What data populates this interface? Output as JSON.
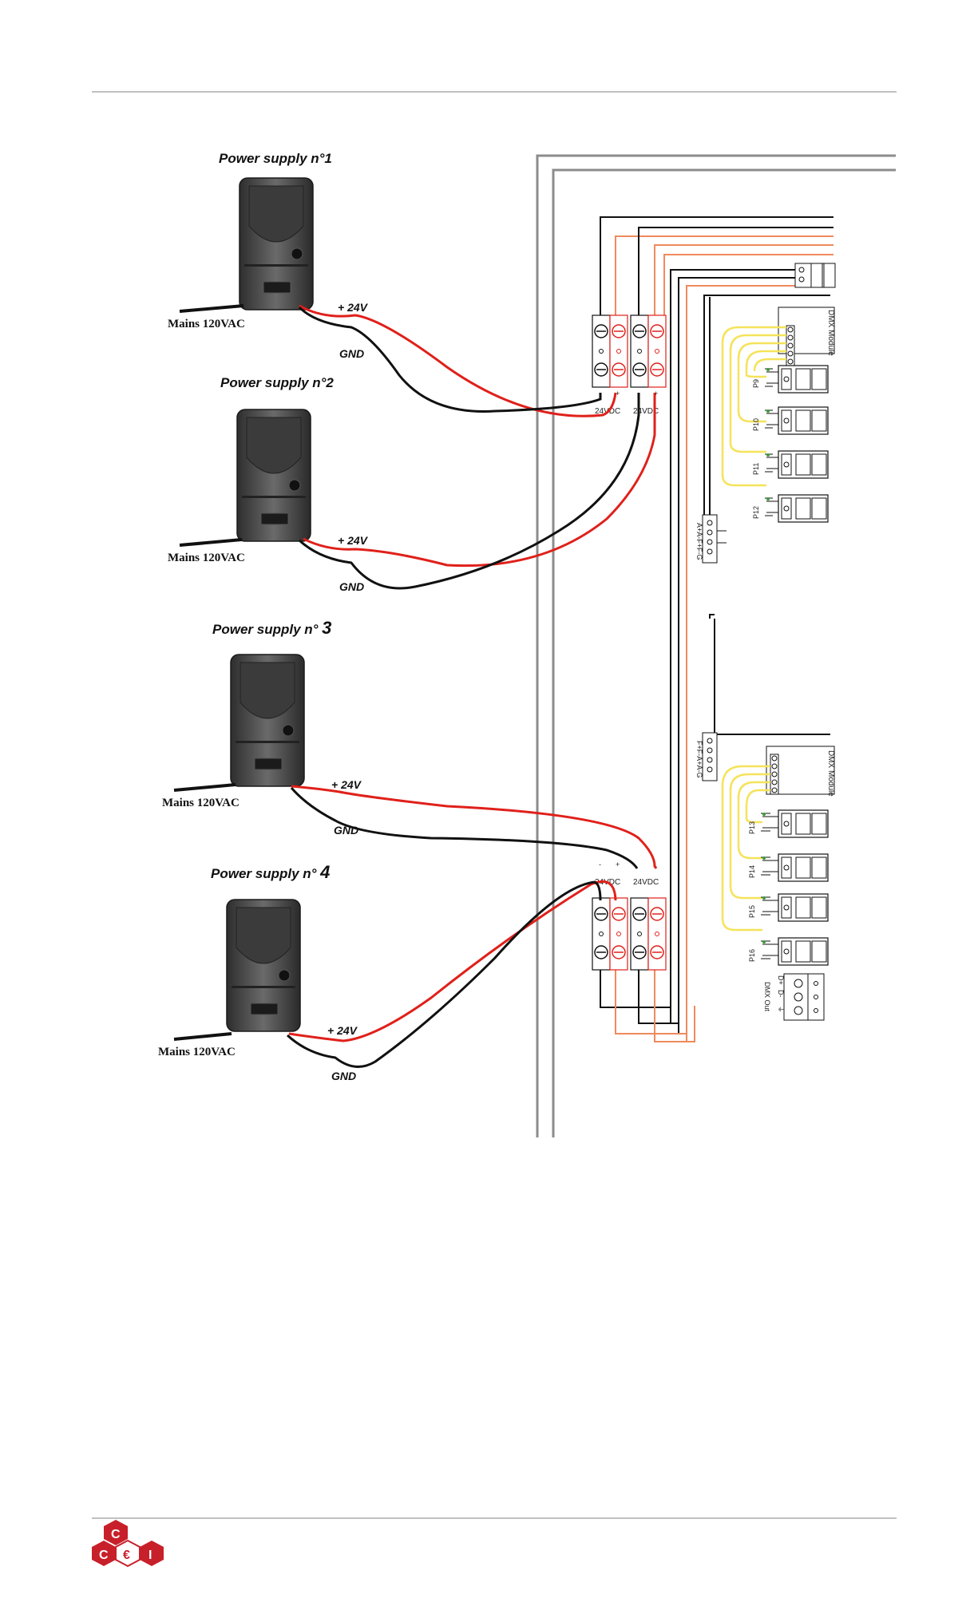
{
  "power_supplies": [
    {
      "title_prefix": "Power supply n°1",
      "title_num": "",
      "plus_label": "+ 24V",
      "gnd_label": "GND",
      "mains_label": "Mains 120VAC"
    },
    {
      "title_prefix": "Power supply n°2",
      "title_num": "",
      "plus_label": "+ 24V",
      "gnd_label": "GND",
      "mains_label": "Mains 120VAC"
    },
    {
      "title_prefix": "Power supply n° ",
      "title_num": "3",
      "plus_label": "+ 24V",
      "gnd_label": "GND",
      "mains_label": "Mains 120VAC"
    },
    {
      "title_prefix": "Power supply n° ",
      "title_num": "4",
      "plus_label": "+ 24V",
      "gnd_label": "GND",
      "mains_label": "Mains 120VAC"
    }
  ],
  "terminals": {
    "voltage_label": "24VDC",
    "minus": "-",
    "plus": "+"
  },
  "modules": {
    "dmx_module_label": "DMX Module",
    "dmx_out_label": "DMX Out",
    "ports_upper": [
      "P9",
      "P10",
      "P11",
      "P12"
    ],
    "ports_lower": [
      "P13",
      "P14",
      "P15",
      "P16"
    ],
    "connector_upper": "A+A-F+F-G",
    "connector_lower": "F+F-A+A-G",
    "dmx_out_pins": [
      "D+",
      "D-",
      "⏚"
    ]
  },
  "colors": {
    "red_wire": "#e0201a",
    "black_wire": "#111111",
    "orange_wire": "#f08a5d",
    "yellow_wire": "#f5e35a",
    "panel_border": "#8c8c8c",
    "logo_red": "#c8202a"
  },
  "logo": {
    "text": "CCEI"
  }
}
